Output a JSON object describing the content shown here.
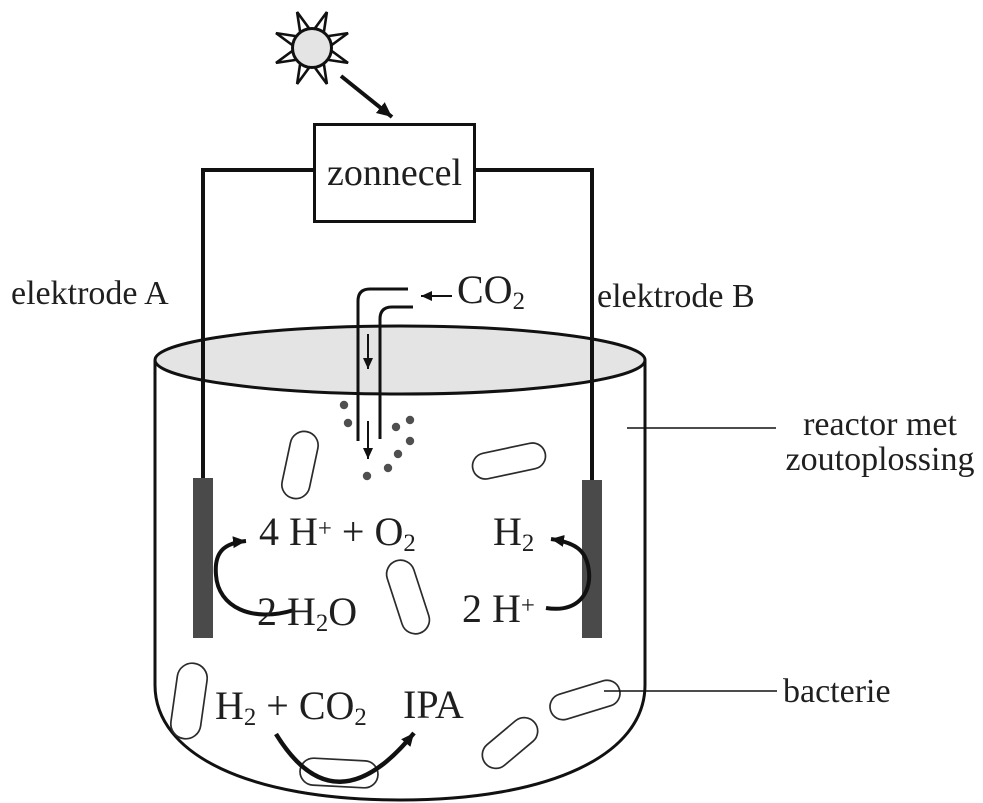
{
  "colors": {
    "line": "#111111",
    "text": "#1f1f1f",
    "lid_fill": "#e4e4e4",
    "sun_fill": "#e4e4e4",
    "electrode_fill": "#4a4a4a",
    "bubble_fill": "#4f4f4f",
    "vessel_fill": "#ffffff"
  },
  "icons": {
    "sun": "sun-icon"
  },
  "solar_cell": {
    "label": "zonnecel"
  },
  "electrodes": {
    "left_label": "elektrode A",
    "right_label": "elektrode B"
  },
  "co2_inlet": {
    "formula": [
      {
        "t": "CO"
      },
      {
        "t": "2",
        "m": "sub"
      }
    ]
  },
  "reactions": {
    "anode": {
      "products": [
        {
          "t": "4 H"
        },
        {
          "t": "+",
          "m": "sup"
        },
        {
          "t": " + O"
        },
        {
          "t": "2",
          "m": "sub"
        }
      ],
      "reactant": [
        {
          "t": "2 H"
        },
        {
          "t": "2",
          "m": "sub"
        },
        {
          "t": "O"
        }
      ]
    },
    "cathode": {
      "product": [
        {
          "t": "H"
        },
        {
          "t": "2",
          "m": "sub"
        }
      ],
      "reactant": [
        {
          "t": "2 H"
        },
        {
          "t": "+",
          "m": "sup"
        }
      ]
    },
    "bacteria": {
      "reactants": [
        {
          "t": "H"
        },
        {
          "t": "2",
          "m": "sub"
        },
        {
          "t": " + CO"
        },
        {
          "t": "2",
          "m": "sub"
        }
      ],
      "product_label": "IPA"
    }
  },
  "callouts": {
    "reactor": {
      "line1": "reactor met",
      "line2": "zoutoplossing"
    },
    "bacteria": {
      "label": "bacterie"
    }
  }
}
